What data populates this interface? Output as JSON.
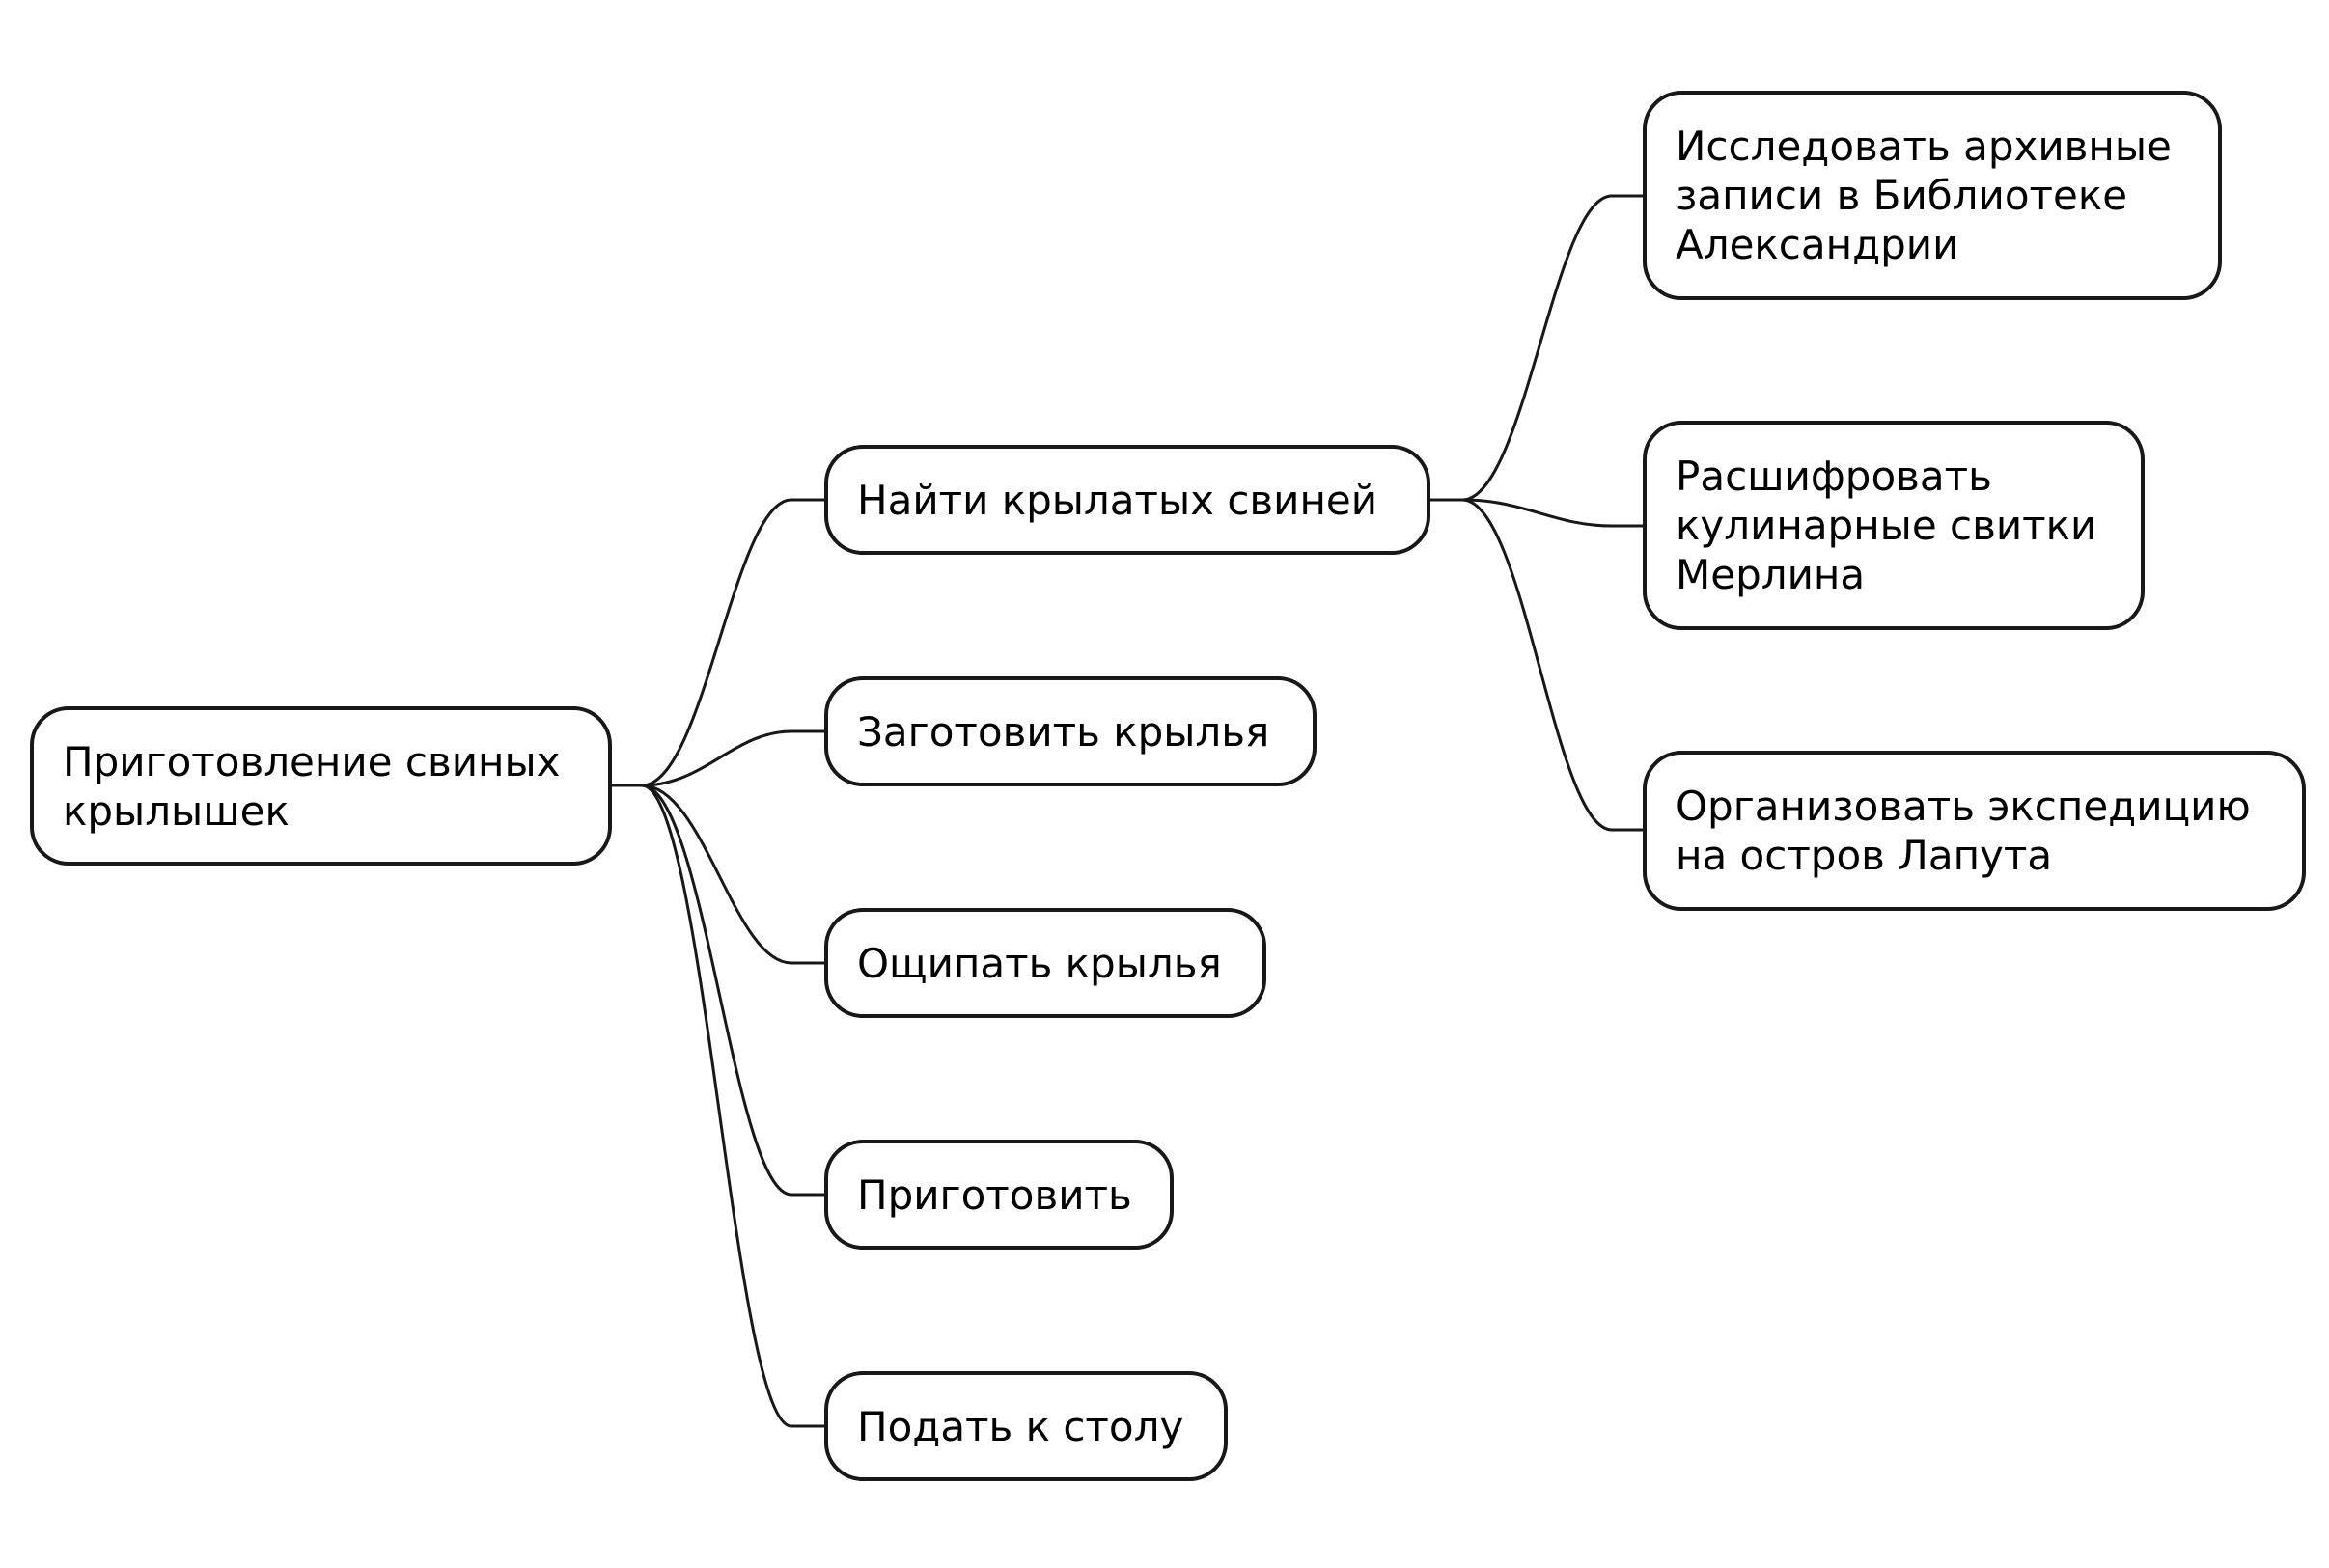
{
  "mindmap": {
    "root": "Приготовление свиных\nкрылышек",
    "children": [
      {
        "label": "Найти крылатых свиней",
        "children": [
          "Исследовать архивные\nзаписи в Библиотеке\nАлександрии",
          "Расшифровать\nкулинарные свитки\nМерлина",
          "Организовать экспедицию\nна остров Лапута"
        ]
      },
      {
        "label": "Заготовить крылья"
      },
      {
        "label": "Ощипать крылья"
      },
      {
        "label": "Приготовить"
      },
      {
        "label": "Подать к столу"
      }
    ]
  }
}
